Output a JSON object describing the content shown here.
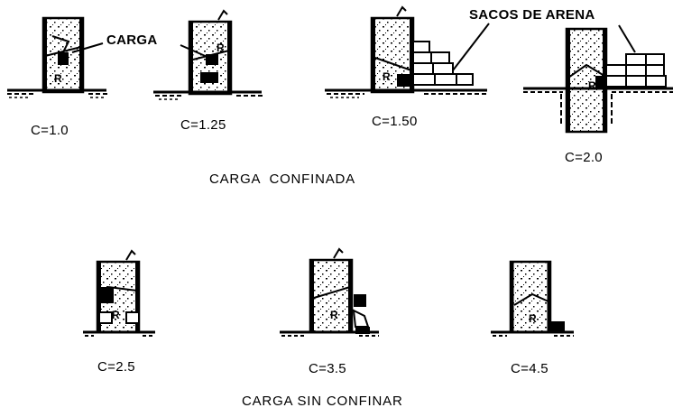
{
  "callouts": {
    "carga": "CARGA",
    "sacos": "SACOS DE ARENA"
  },
  "confined": {
    "heading": "CARGA  CONFINADA",
    "cases": [
      {
        "c_label": "C=1.0"
      },
      {
        "c_label": "C=1.25"
      },
      {
        "c_label": "C=1.50"
      },
      {
        "c_label": "C=2.0"
      }
    ]
  },
  "unconfined": {
    "heading": "CARGA SIN CONFINAR",
    "cases": [
      {
        "c_label": "C=2.5"
      },
      {
        "c_label": "C=3.5"
      },
      {
        "c_label": "C=4.5"
      }
    ]
  },
  "specimen_letter": "R"
}
